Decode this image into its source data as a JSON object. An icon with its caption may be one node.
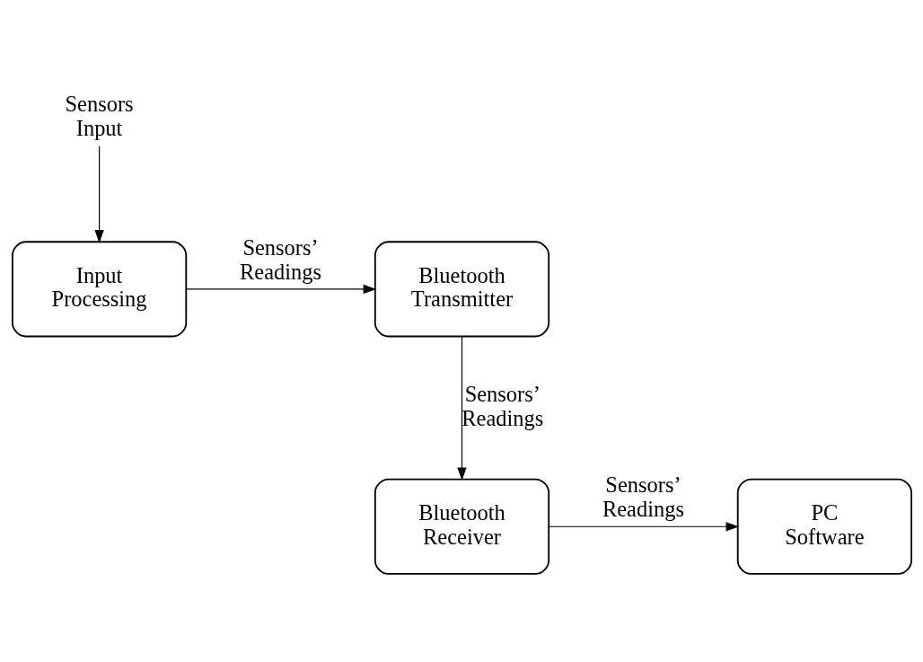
{
  "diagram": {
    "nodes": [
      {
        "text": [
          "Sensors Input"
        ]
      },
      {
        "text": [
          "Input Processing"
        ]
      },
      {
        "text": [
          "Bluetooth Transmitter"
        ]
      },
      {
        "text": [
          "Bluetooth Receiver"
        ]
      },
      {
        "text": [
          "PC Software"
        ]
      }
    ],
    "edges": [
      {
        "from": 0,
        "to": 1,
        "arrow": "to"
      },
      {
        "from": 1,
        "to": 2,
        "arrow": "to",
        "label": "Sensors’ Readings"
      },
      {
        "from": 2,
        "to": 3,
        "arrow": "to",
        "label": "Sensors’ Readings"
      },
      {
        "from": 3,
        "to": 4,
        "arrow": "to",
        "label": "Sensors’ Readings"
      }
    ]
  }
}
